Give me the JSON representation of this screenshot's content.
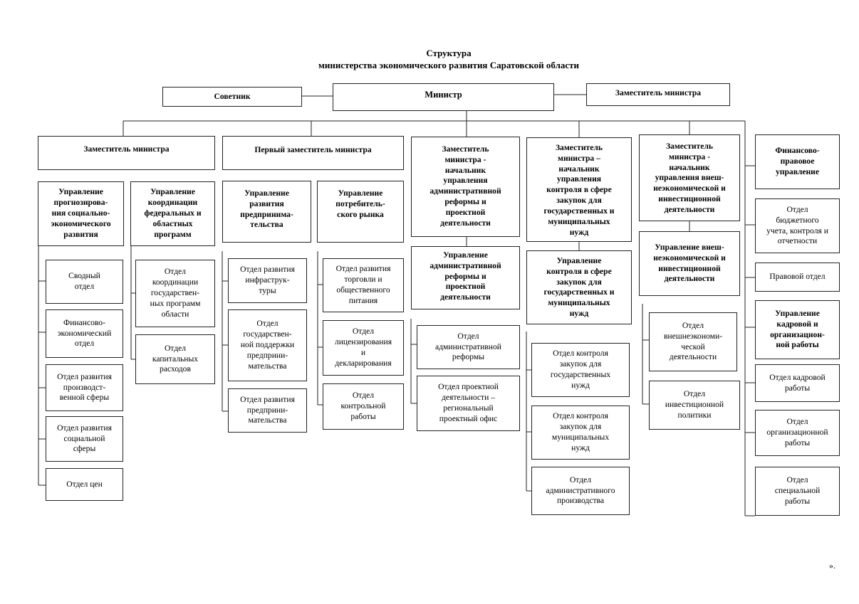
{
  "title": {
    "line1": "Структура",
    "line2": "министерства экономического развития Саратовской области"
  },
  "top": {
    "advisor": "Советник",
    "minister": "Министр",
    "deputy": "Заместитель министра"
  },
  "col1": {
    "head": "Заместитель министра",
    "unit_forecast": "Управление\nпрогнозирова-\nния социально-\nэкономического\nразвития",
    "unit_federal": "Управление\nкоординации\nфедеральных и\nобластных\nпрограмм",
    "dept_summary": "Сводный\nотдел",
    "dept_finance": "Финансово-\nэкономический\nотдел",
    "dept_production": "Отдел развития\nпроизводст-\nвенной сферы",
    "dept_social": "Отдел развития\nсоциальной\nсферы",
    "dept_prices": "Отдел цен",
    "dept_coord": "Отдел\nкоординации\nгосударствен-\nных программ\nобласти",
    "dept_capital": "Отдел\nкапитальных\nрасходов"
  },
  "col2": {
    "head": "Первый заместитель министра",
    "unit_business": "Управление\nразвития\nпредпринима-\nтельства",
    "unit_consumer": "Управление\nпотребитель-\nского рынка",
    "dept_infra": "Отдел развития\nинфраструк-\nтуры",
    "dept_state_support": "Отдел\nгосударствен-\nной поддержки\nпредприни-\nмательства",
    "dept_business_dev": "Отдел развития\nпредприни-\nмательства",
    "dept_trade": "Отдел развития\nторговли и\nобщественного\nпитания",
    "dept_licensing": "Отдел\nлицензирования\nи\nдекларирования",
    "dept_control": "Отдел\nконтрольной\nработы"
  },
  "col3": {
    "head": "Заместитель\nминистра -\nначальник\nуправления\nадминистративной\nреформы и\nпроектной\nдеятельности",
    "unit": "Управление\nадминистративной\nреформы и\nпроектной\nдеятельности",
    "dept_admin_reform": "Отдел\nадминистративной\nреформы",
    "dept_project": "Отдел проектной\nдеятельности –\nрегиональный\nпроектный офис"
  },
  "col4": {
    "head": "Заместитель\nминистра –\nначальник\nуправления\nконтроля в сфере\nзакупок для\nгосударственных и\nмуниципальных\nнужд",
    "unit": "Управление\nконтроля в сфере\nзакупок для\nгосударственных и\nмуниципальных\nнужд",
    "dept_state_proc": "Отдел контроля\nзакупок для\nгосударственных\nнужд",
    "dept_muni_proc": "Отдел контроля\nзакупок для\nмуниципальных\nнужд",
    "dept_admin_proc": "Отдел\nадминистративного\nпроизводства"
  },
  "col5": {
    "head": "Заместитель\nминистра -\nначальник\nуправления внеш-\nнеэкономической и\nинвестиционной\nдеятельности",
    "unit": "Управление внеш-\nнеэкономической и\nинвестиционной\nдеятельности",
    "dept_foreign": "Отдел\nвнешнеэкономи-\nческой\nдеятельности",
    "dept_invest": "Отдел\nинвестиционной\nполитики"
  },
  "col6": {
    "head": "Финансово-\nправовое\nуправление",
    "dept_budget": "Отдел\nбюджетного\nучета, контроля и\nотчетности",
    "dept_legal": "Правовой отдел",
    "unit_hr": "Управление\nкадровой и\nорганизацион-\nной работы",
    "dept_hr": "Отдел кадровой\nработы",
    "dept_org": "Отдел\nорганизационной\nработы",
    "dept_special": "Отдел\nспециальной\nработы"
  },
  "tail": "»."
}
